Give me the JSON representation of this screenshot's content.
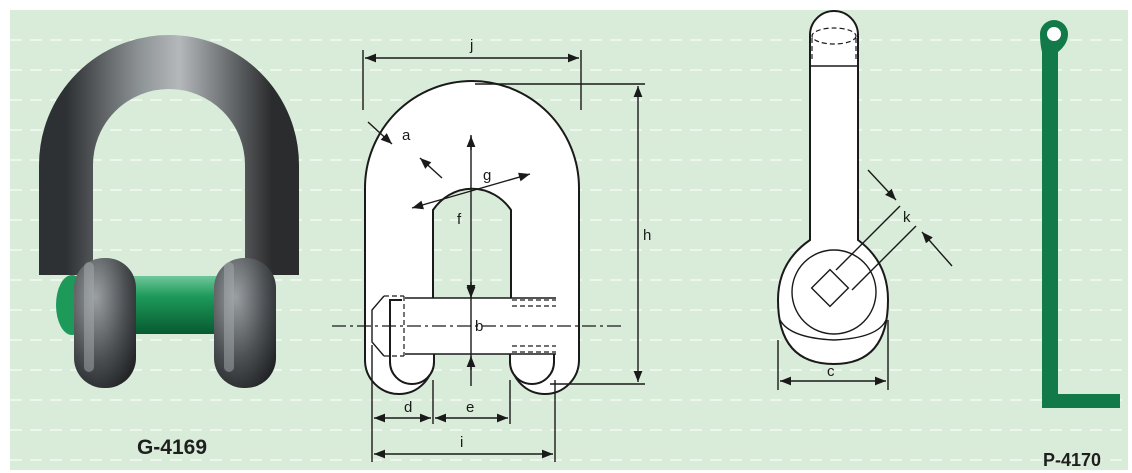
{
  "products": {
    "shackle": {
      "code": "G-4169"
    },
    "pin_tool": {
      "code": "P-4170"
    }
  },
  "dimension_labels": {
    "a": "a",
    "b": "b",
    "c": "c",
    "d": "d",
    "e": "e",
    "f": "f",
    "g": "g",
    "h": "h",
    "i": "i",
    "j": "j",
    "k": "k"
  },
  "colors": {
    "background": "#d9ecd9",
    "body_metal": "#555a5c",
    "pin_green": "#0f7a45",
    "tool_green": "#127a48",
    "line": "#1a1a1a"
  },
  "icons": {
    "shackle": "bow-shackle-icon",
    "pin_tool": "l-shaped-pin-tool-icon"
  }
}
